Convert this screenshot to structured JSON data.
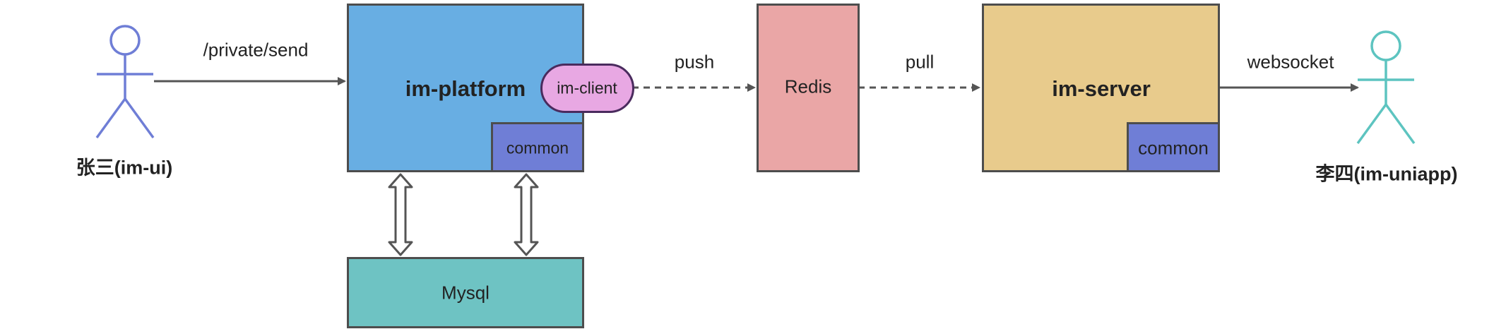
{
  "actors": {
    "sender": {
      "name": "张三(im-ui)",
      "color": "#6f7ed6"
    },
    "receiver": {
      "name": "李四(im-uniapp)",
      "color": "#5dc4c0"
    }
  },
  "nodes": {
    "platform": {
      "label": "im-platform",
      "color": "#68aee3"
    },
    "platform_common": {
      "label": "common",
      "color": "#6f7ed6"
    },
    "client": {
      "label": "im-client",
      "color": "#e8a8e3"
    },
    "redis": {
      "label": "Redis",
      "color": "#eaa6a6"
    },
    "server": {
      "label": "im-server",
      "color": "#e8cb8c"
    },
    "server_common": {
      "label": "common",
      "color": "#6f7ed6"
    },
    "mysql": {
      "label": "Mysql",
      "color": "#6ec3c3"
    }
  },
  "edges": {
    "send": "/private/send",
    "push": "push",
    "pull": "pull",
    "websocket": "websocket"
  }
}
